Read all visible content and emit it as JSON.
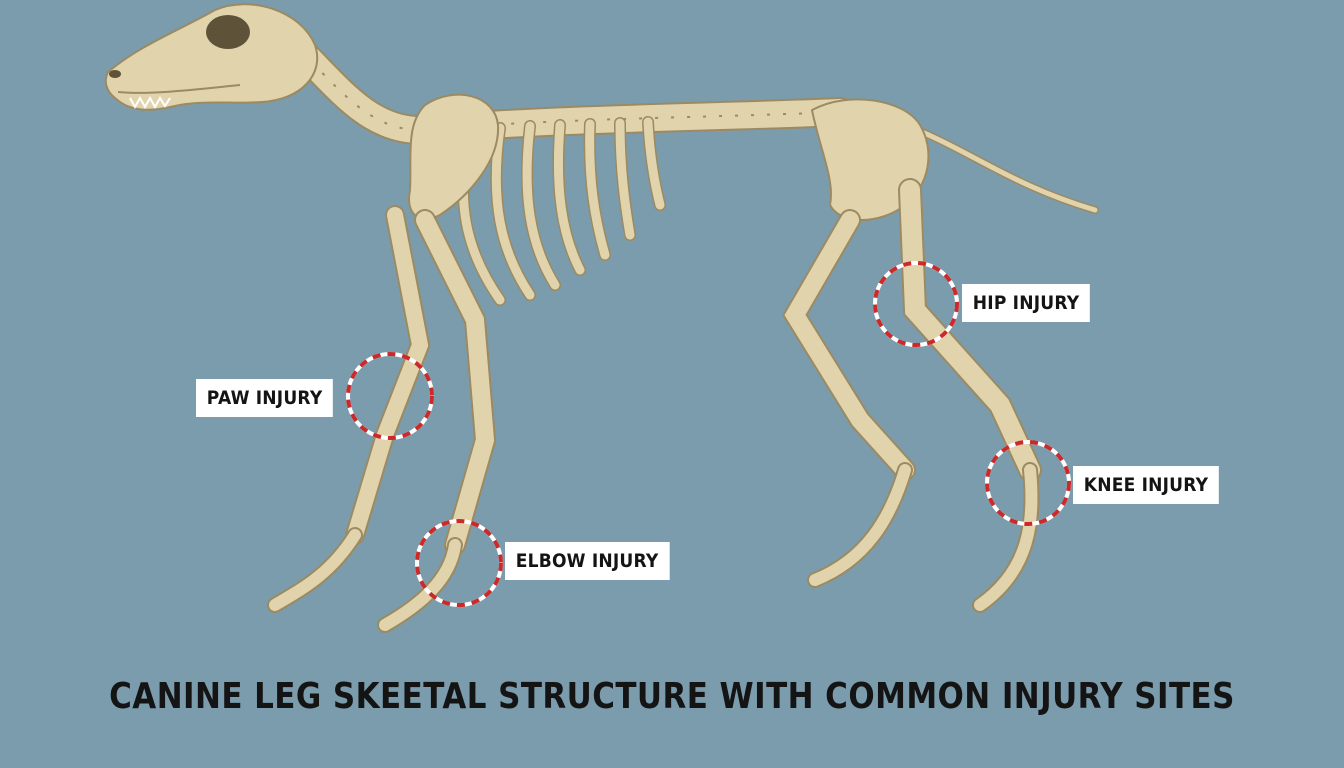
{
  "diagram": {
    "caption": "CANINE LEG SKEETAL STRUCTURE WITH COMMON INJURY SITES",
    "labels": {
      "paw": "PAW INJURY",
      "elbow": "ELBOW INJURY",
      "hip": "HIP INJURY",
      "knee": "KNEE INJURY"
    }
  },
  "colors": {
    "background": "#7b9cad",
    "bone": "#e1d4ad",
    "bone_outline": "#9b8a62",
    "marker": "#cc2a2a",
    "label_bg": "#ffffff",
    "text": "#141414"
  },
  "icons": [
    "dog-skeleton-illustration",
    "injury-marker-circle"
  ]
}
